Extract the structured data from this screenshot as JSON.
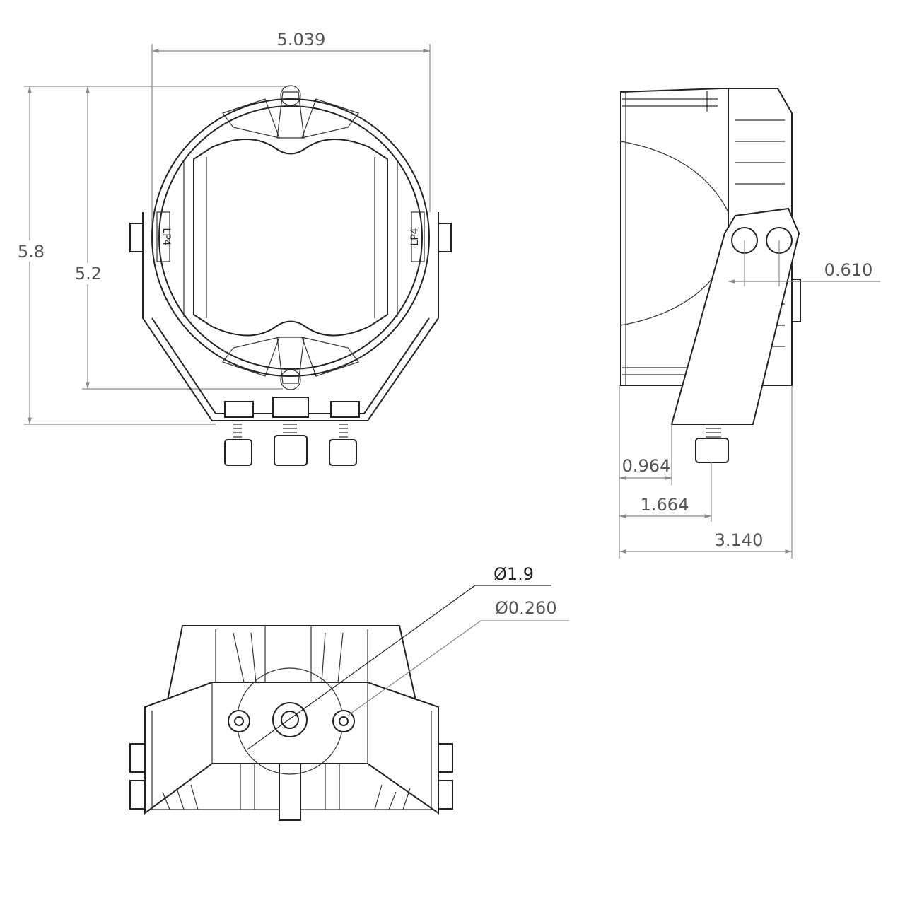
{
  "front_view": {
    "width_dim": "5.039",
    "overall_height_dim": "5.8",
    "lens_height_dim": "5.2",
    "logo_text": "LP4"
  },
  "side_view": {
    "bolt_offset_dim": "0.610",
    "bracket_front_dim": "0.964",
    "bolt_position_dim": "1.664",
    "depth_dim": "3.140"
  },
  "bottom_view": {
    "bolt_circle_dim": "Ø1.9",
    "hole_dim": "Ø0.260"
  },
  "colors": {
    "line": "#222222",
    "dimension": "#888888"
  }
}
